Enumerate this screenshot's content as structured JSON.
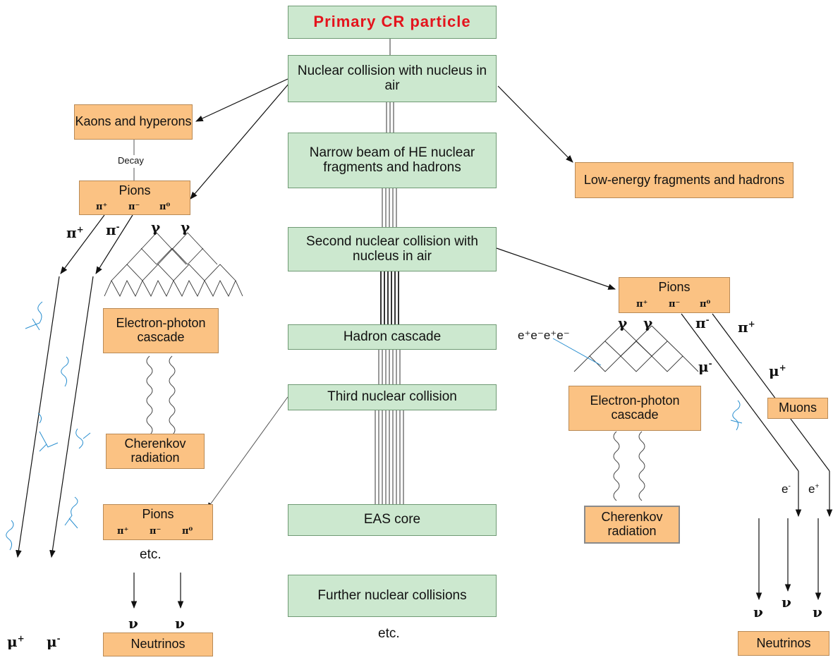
{
  "center": {
    "primary": "Primary CR particle",
    "collision1": "Nuclear collision with nucleus in air",
    "beam": "Narrow beam of HE nuclear fragments and hadrons",
    "collision2": "Second nuclear collision with nucleus in air",
    "hadron_cascade": "Hadron cascade",
    "collision3": "Third nuclear collision",
    "eas_core": "EAS core",
    "further": "Further nuclear collisions",
    "etc": "etc."
  },
  "left": {
    "kaons": "Kaons and hyperons",
    "decay": "Decay",
    "pions": "Pions",
    "pion_labels": [
      "π⁺",
      "π⁻",
      "π⁰"
    ],
    "em_cascade": "Electron-photon cascade",
    "cherenkov": "Cherenkov radiation",
    "pions_lower": "Pions",
    "pion_labels_lower": [
      "π⁺",
      "π⁻",
      "π⁰"
    ],
    "etc": "etc.",
    "neutrinos": "Neutrinos",
    "pi_plus": "π",
    "pi_minus": "π",
    "gamma": "γ",
    "mu_plus": "μ",
    "mu_minus": "μ",
    "nu": "ν"
  },
  "right": {
    "low_energy": "Low-energy fragments and hadrons",
    "pions": "Pions",
    "pion_labels": [
      "π⁺",
      "π⁻",
      "π⁰"
    ],
    "em_cascade": "Electron-photon cascade",
    "cherenkov": "Cherenkov radiation",
    "muons": "Muons",
    "neutrinos": "Neutrinos",
    "eeee": "e⁺e⁻e⁺e⁻",
    "gamma": "γ",
    "pi": "π",
    "mu": "μ",
    "e": "e",
    "nu": "ν"
  },
  "colors": {
    "green_box": "#cce8cf",
    "orange_box": "#fbc283",
    "primary_text": "#e4141d",
    "wavy_blue": "#2a8fd0"
  }
}
